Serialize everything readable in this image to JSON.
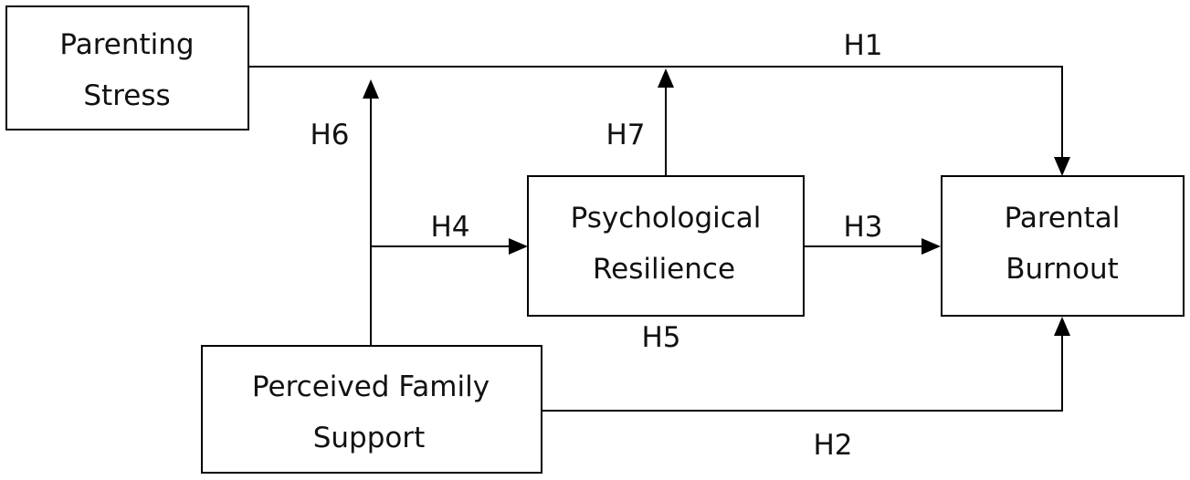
{
  "nodes": {
    "parenting_stress": {
      "line1": "Parenting",
      "line2": "Stress"
    },
    "psychological_resilience": {
      "line1": "Psychological",
      "line2": "Resilience"
    },
    "parental_burnout": {
      "line1": "Parental",
      "line2": "Burnout"
    },
    "perceived_family_support": {
      "line1": "Perceived Family",
      "line2": "Support"
    }
  },
  "hypotheses": {
    "h1": "H1",
    "h2": "H2",
    "h3": "H3",
    "h4": "H4",
    "h5": "H5",
    "h6": "H6",
    "h7": "H7"
  },
  "colors": {
    "stroke": "#000000",
    "text": "#111111",
    "background": "#ffffff"
  }
}
